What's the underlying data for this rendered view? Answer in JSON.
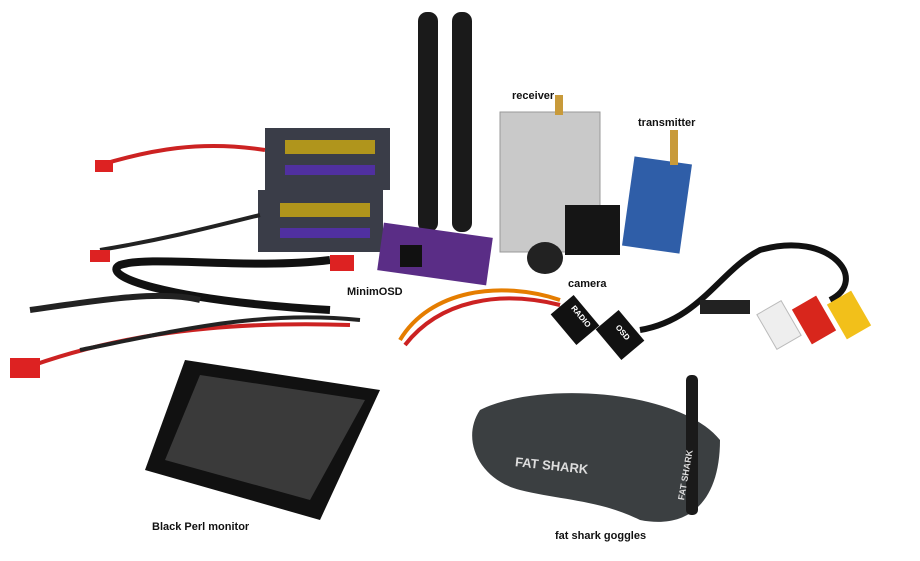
{
  "labels": {
    "receiver": "receiver",
    "transmitter": "transmitter",
    "minimosd": "MinimOSD",
    "camera": "camera",
    "monitor": "Black Perl monitor",
    "goggles": "fat shark goggles"
  },
  "printed": {
    "goggles_brand": "FAT SHARK",
    "goggles_strap": "FAT SHARK",
    "cable_radio": "RADIO",
    "cable_osd": "OSD"
  },
  "colors": {
    "battery": "#3a3d48",
    "osd_board": "#5a2d86",
    "receiver": "#c9c9c9",
    "transmitter": "#2f5ea8",
    "rca_yellow": "#f2c01a",
    "rca_red": "#d8261c",
    "rca_white": "#eeeeee"
  }
}
